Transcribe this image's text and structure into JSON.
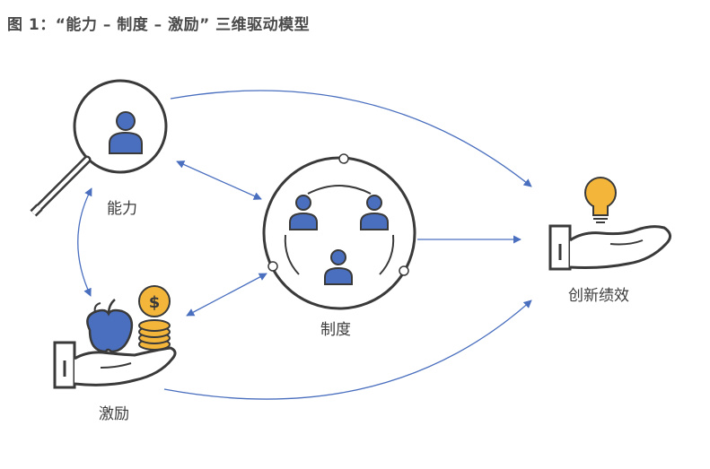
{
  "title": "图 1：“能力 – 制度 – 激励” 三维驱动模型",
  "nodes": {
    "ability": "能力",
    "system": "制度",
    "incentive": "激励",
    "performance": "创新绩效"
  },
  "icons": [
    "magnifier-person-icon",
    "group-people-icon",
    "apple-coins-hand-icon",
    "lightbulb-hand-icon"
  ],
  "colors": {
    "arrow": "#4a6fbf",
    "person": "#4a6fbf",
    "outline": "#3a3a3a",
    "gold": "#f3b63a",
    "apple": "#4a6fbf"
  }
}
